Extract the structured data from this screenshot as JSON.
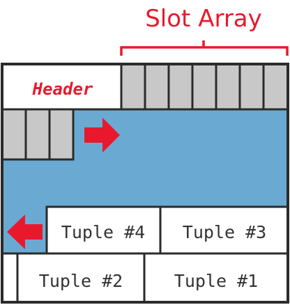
{
  "slot_array": {
    "title": "Slot Array"
  },
  "header": {
    "label": "Header"
  },
  "tuples": [
    {
      "label": "Tuple #4"
    },
    {
      "label": "Tuple #3"
    },
    {
      "label": "Tuple #2"
    },
    {
      "label": "Tuple #1"
    }
  ],
  "colors": {
    "accent_red": "#e8192c",
    "free_space_blue": "#6aaad2",
    "slot_gray": "#c8c8c8",
    "border": "#2b2b2b",
    "tuple_text": "#333333"
  },
  "icons": {
    "slot_growth": "arrow-right-icon",
    "tuple_growth": "arrow-left-icon"
  }
}
